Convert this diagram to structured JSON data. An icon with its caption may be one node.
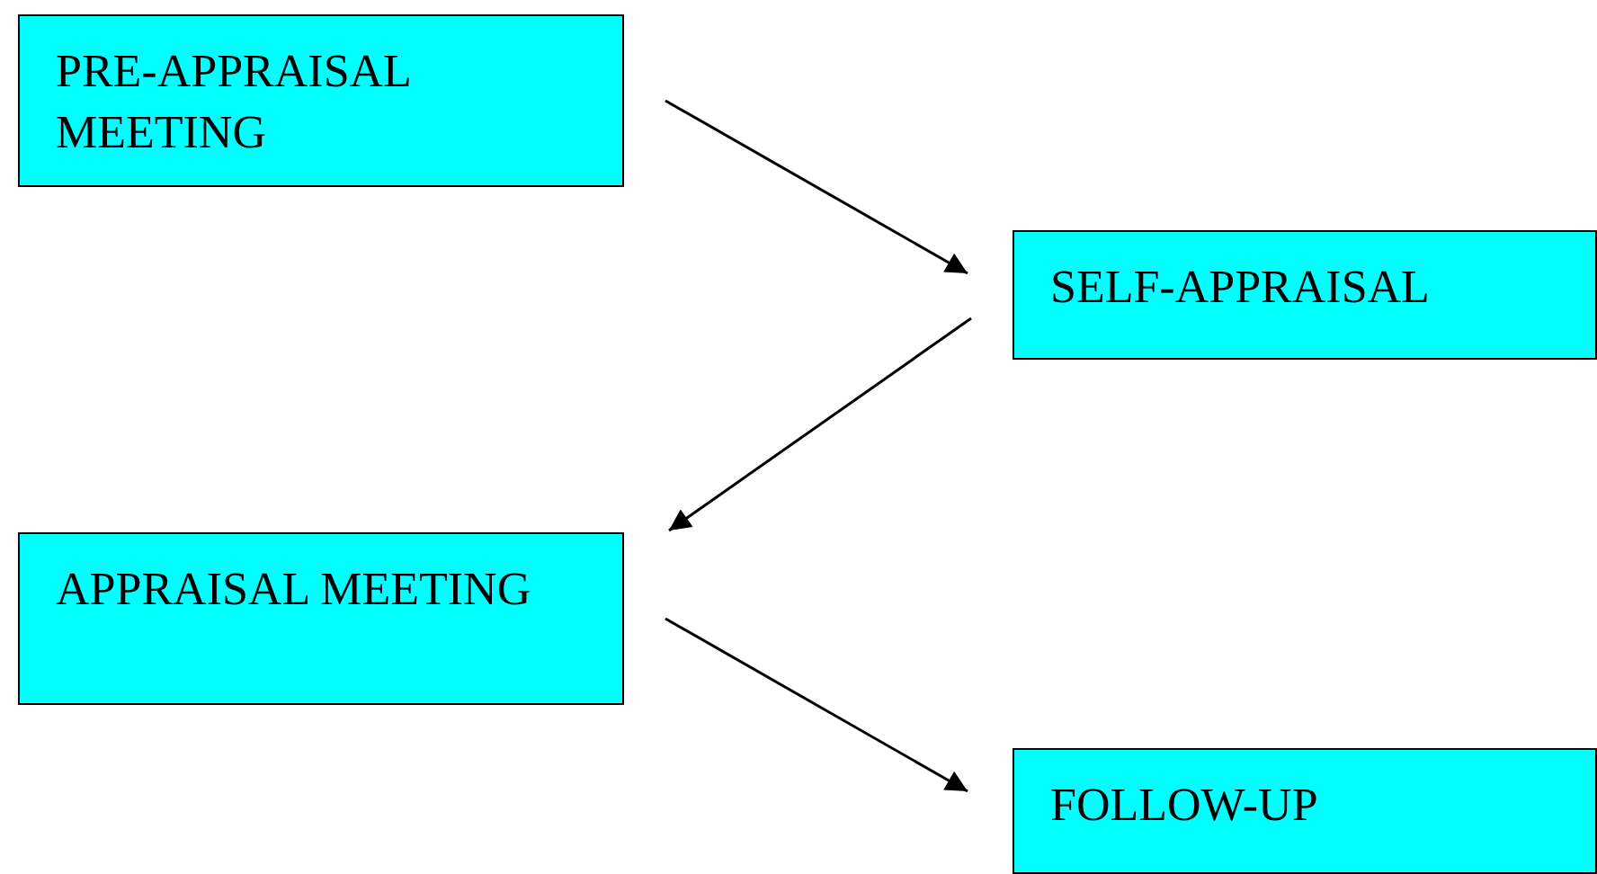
{
  "diagram": {
    "nodes": [
      {
        "text": [
          "PRE-APPRAISAL MEETING"
        ]
      },
      {
        "text": [
          "SELF-APPRAISAL"
        ]
      },
      {
        "text": [
          "APPRAISAL MEETING"
        ]
      },
      {
        "text": [
          "FOLLOW-UP"
        ]
      }
    ],
    "edges": [
      {
        "from": 0,
        "to": 1,
        "arrow": "to"
      },
      {
        "from": 1,
        "to": 2,
        "arrow": "to"
      },
      {
        "from": 2,
        "to": 3,
        "arrow": "to"
      }
    ]
  }
}
